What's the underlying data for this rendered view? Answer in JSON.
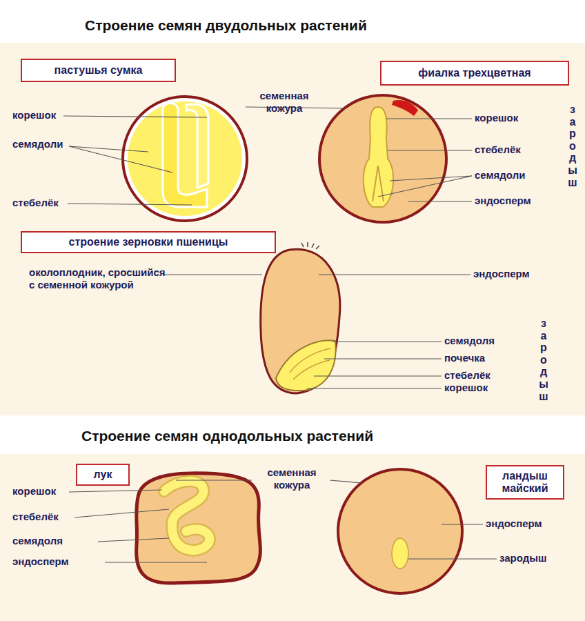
{
  "diagram": {
    "title": "Строение семян двудольных растений",
    "nodes": [
      {
        "text": [
          "пастушья сумка"
        ]
      },
      {
        "text": [
          "фиалка трехцветная"
        ]
      },
      {
        "text": [
          "строение зерновки пшеницы"
        ]
      },
      {
        "text": [
          "лук"
        ]
      },
      {
        "text": [
          "ландыш майский"
        ]
      }
    ],
    "labels": [
      "корешок",
      "семядоли",
      "стебелёк",
      "семенная кожура",
      "корешок",
      "стебелёк",
      "семядоли",
      "эндосперм",
      "зародыш",
      "околоплодник, сросшийся с семенной кожурой",
      "эндосперм",
      "семядоля",
      "почечка",
      "стебелёк",
      "корешок",
      "зародыш",
      "Строение семян однодольных растений",
      "корешок",
      "стебелёк",
      "семядоля",
      "эндосперм",
      "семенная кожура",
      "эндосперм",
      "зародыш"
    ]
  }
}
